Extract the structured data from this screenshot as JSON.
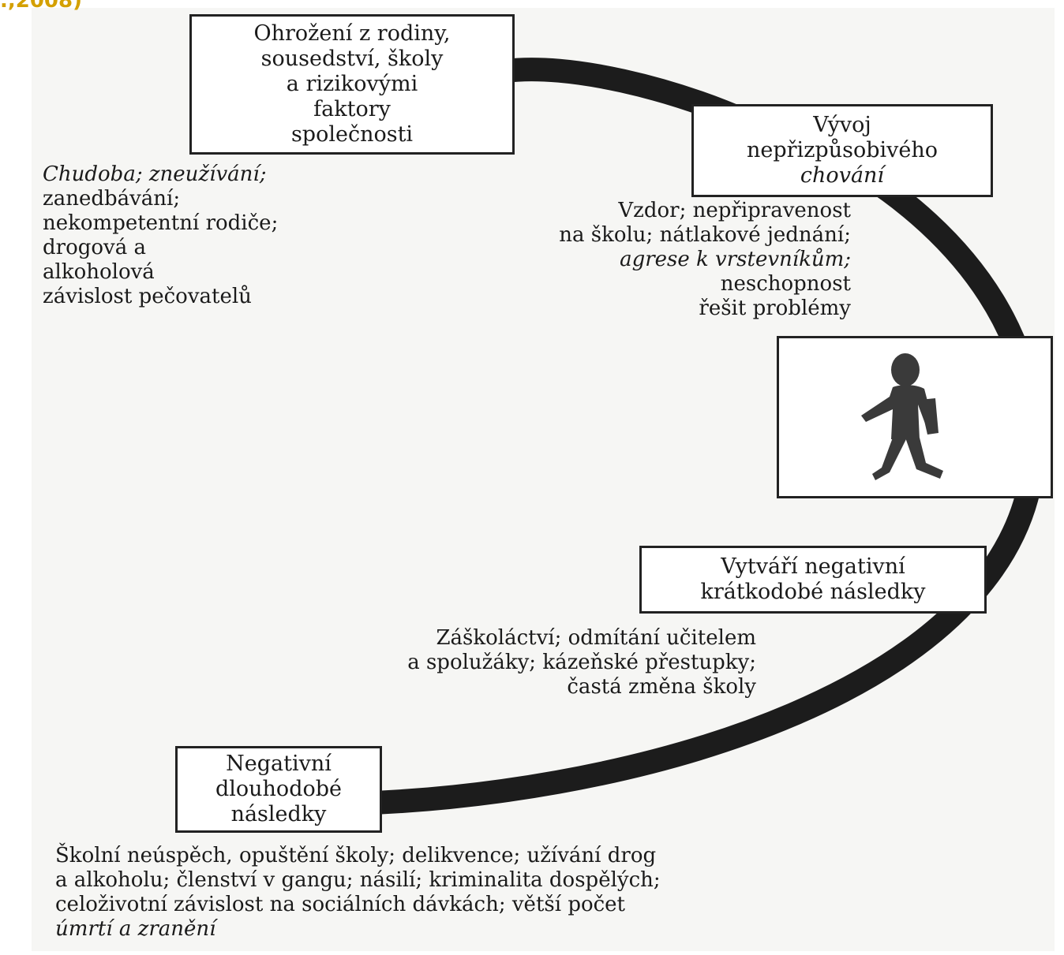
{
  "corner_label": ".,2008)",
  "ring_color": "#1c1c1c",
  "boxes": {
    "threats": [
      "Ohrožení z rodiny,",
      "sousedství, školy",
      "a rizikovými",
      "faktory",
      "společnosti"
    ],
    "development": [
      "Vývoj",
      "nepřizpůsobivého",
      "chování"
    ],
    "short_term": [
      "Vytváří negativní",
      "krátkodobé následky"
    ],
    "long_term": [
      "Negativní",
      "dlouhodobé",
      "následky"
    ]
  },
  "figure_icon": "walking-child-silhouette-icon",
  "descriptions": {
    "threats": {
      "line1_italic": "Chudoba; zneužívání;",
      "lines": [
        "zanedbávání;",
        "nekompetentní rodiče;",
        "drogová a",
        "alkoholová",
        "závislost pečovatelů"
      ]
    },
    "development": {
      "lines_before": [
        "Vzdor; nepřipravenost",
        "na školu; nátlakové jednání;"
      ],
      "italic": "agrese k vrstevníkům;",
      "lines_after": [
        "neschopnost",
        "řešit problémy"
      ]
    },
    "short_term": {
      "lines": [
        "Záškoláctví; odmítání učitelem",
        "a spolužáky; kázeňské přestupky;",
        "častá změna školy"
      ]
    },
    "long_term": {
      "lines": [
        "Školní neúspěch, opuštění školy; delikvence; užívání drog",
        "a alkoholu; členství v gangu; násilí; kriminalita dospělých;",
        "celoživotní závislost na sociálních dávkách; větší počet"
      ],
      "last_italic": "úmrtí a zranění"
    }
  }
}
